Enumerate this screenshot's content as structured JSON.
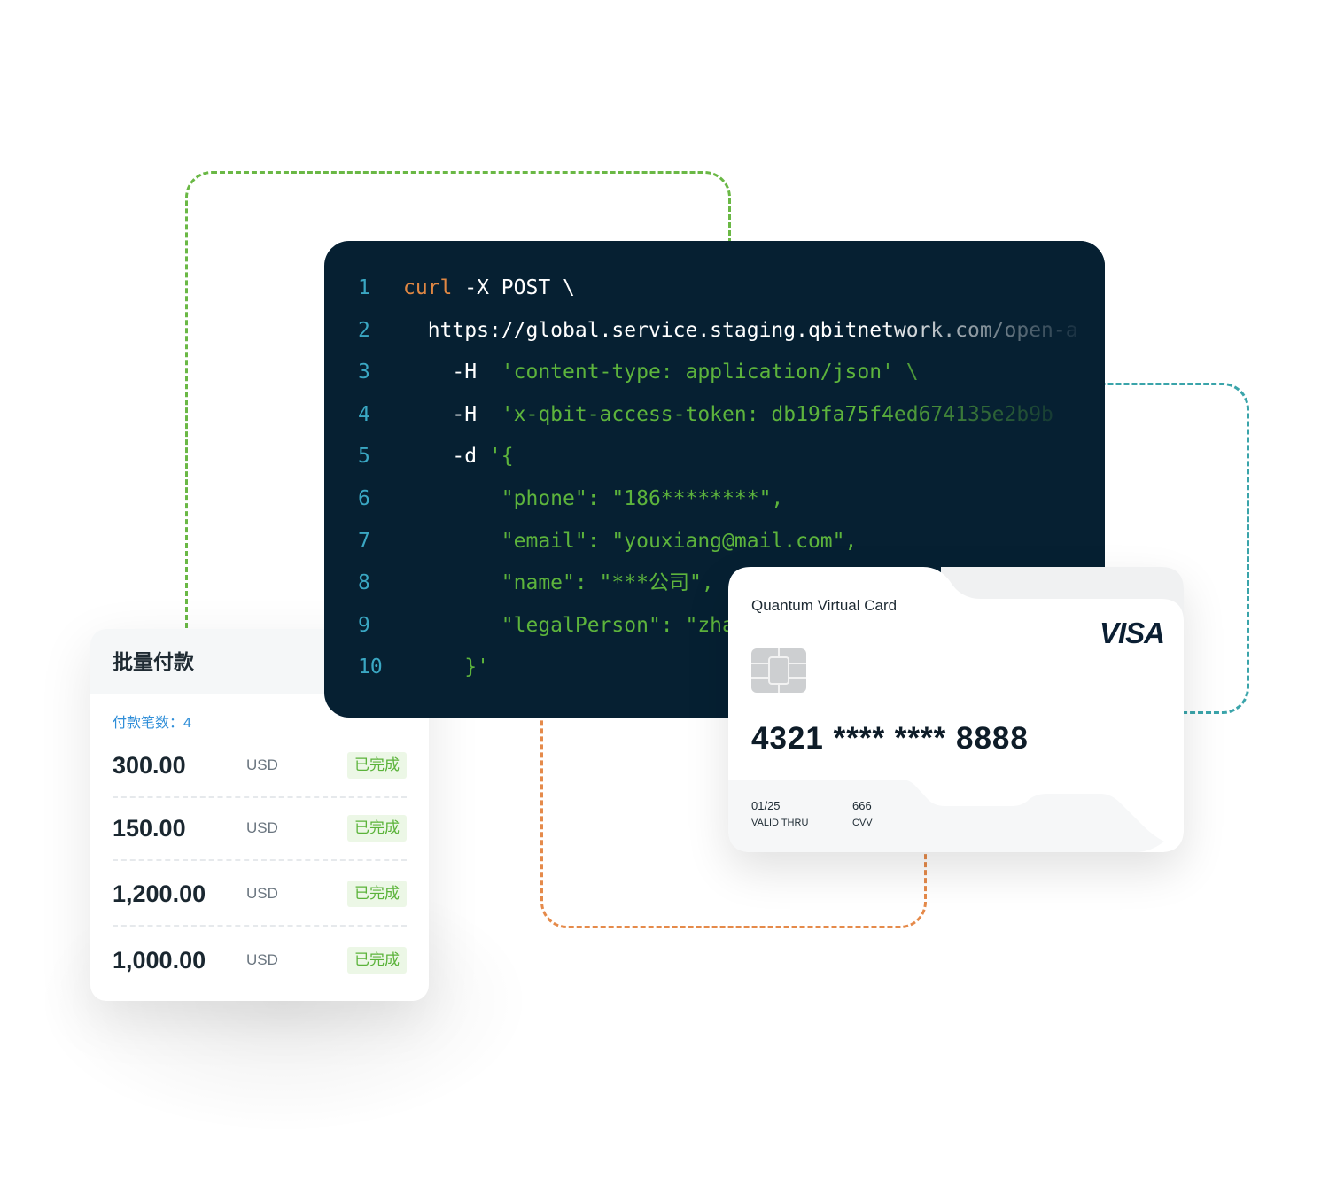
{
  "colors": {
    "code_bg": "#062032",
    "line_number": "#3aa7c3",
    "code_keyword": "#e08743",
    "code_plain": "#ffffff",
    "code_string": "#5db43c",
    "deco_green": "#6ab845",
    "deco_teal": "#3aa4aa",
    "deco_orange": "#e58a4a",
    "status_green": "#5bb33a",
    "accent_blue": "#2f8ed8",
    "card_tab_teal": "#41adb5",
    "card_tab_orange": "#e98c4f"
  },
  "code": {
    "lines": [
      {
        "n": "1",
        "segments": [
          {
            "t": "curl",
            "c": "keyword"
          },
          {
            "t": " -X POST \\",
            "c": "plain"
          }
        ]
      },
      {
        "n": "2",
        "segments": [
          {
            "t": "  https://global.service.staging.qbitnetwork.com/open-a",
            "c": "plain"
          }
        ]
      },
      {
        "n": "3",
        "segments": [
          {
            "t": "    -H  ",
            "c": "plain"
          },
          {
            "t": "'content-type: application/json' \\",
            "c": "string"
          }
        ]
      },
      {
        "n": "4",
        "segments": [
          {
            "t": "    -H  ",
            "c": "plain"
          },
          {
            "t": "'x-qbit-access-token: db19fa75f4ed674135e2b9b",
            "c": "string"
          }
        ]
      },
      {
        "n": "5",
        "segments": [
          {
            "t": "    -d ",
            "c": "plain"
          },
          {
            "t": "'{",
            "c": "string"
          }
        ]
      },
      {
        "n": "6",
        "segments": [
          {
            "t": "        \"phone\": \"186********\",",
            "c": "string"
          }
        ]
      },
      {
        "n": "7",
        "segments": [
          {
            "t": "        \"email\": \"youxiang@mail.com\",",
            "c": "string"
          }
        ]
      },
      {
        "n": "8",
        "segments": [
          {
            "t": "        \"name\": \"***公司\",",
            "c": "string"
          }
        ]
      },
      {
        "n": "9",
        "segments": [
          {
            "t": "        \"legalPerson\": \"zha",
            "c": "string"
          }
        ]
      },
      {
        "n": "10",
        "segments": [
          {
            "t": "     }'",
            "c": "string"
          }
        ]
      }
    ]
  },
  "batch": {
    "title": "批量付款",
    "count_label": "付款笔数：",
    "count_value": "4",
    "rows": [
      {
        "amount": "300.00",
        "currency": "USD",
        "status": "已完成"
      },
      {
        "amount": "150.00",
        "currency": "USD",
        "status": "已完成"
      },
      {
        "amount": "1,200.00",
        "currency": "USD",
        "status": "已完成"
      },
      {
        "amount": "1,000.00",
        "currency": "USD",
        "status": "已完成"
      }
    ]
  },
  "card": {
    "title": "Quantum Virtual Card",
    "brand": "VISA",
    "number": "4321 **** **** 8888",
    "expiry_value": "01/25",
    "expiry_label": "VALID THRU",
    "cvv_value": "666",
    "cvv_label": "CVV"
  }
}
